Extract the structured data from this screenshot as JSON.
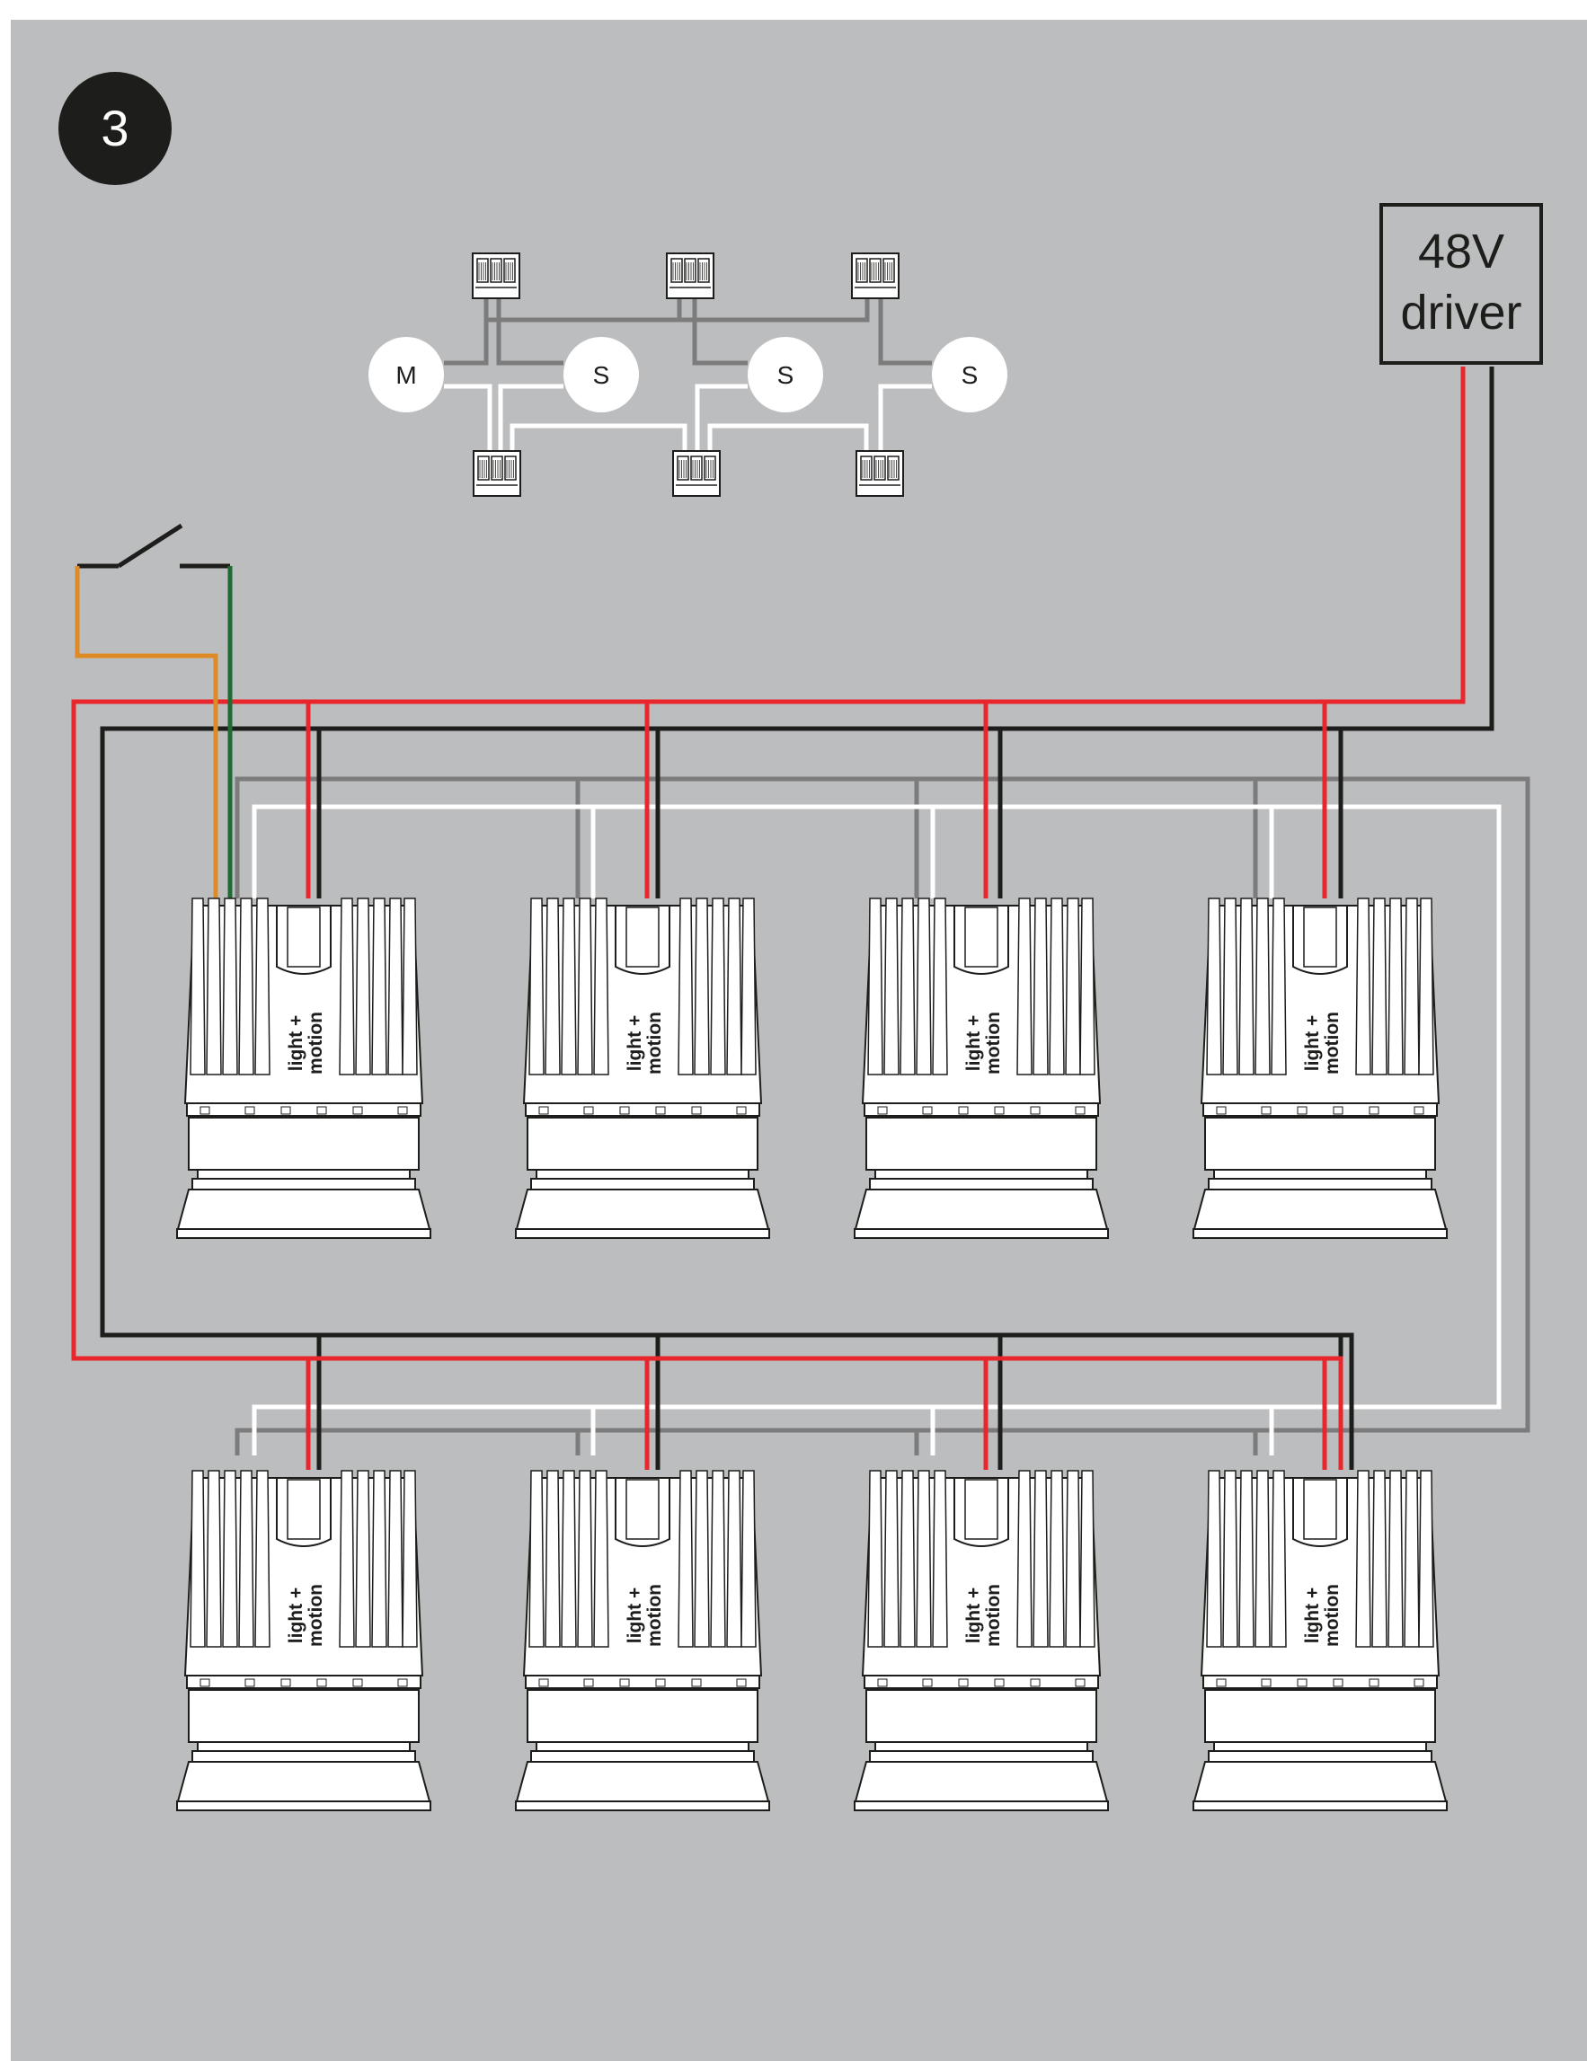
{
  "step": {
    "number": "3"
  },
  "driver": {
    "line1": "48V",
    "line2": "driver"
  },
  "topology": {
    "master_label": "M",
    "slave_labels": [
      "S",
      "S",
      "S"
    ]
  },
  "fixtures": {
    "count": 8,
    "brand_line1": "light +",
    "brand_line2": "motion"
  },
  "colors": {
    "background": "#bcbdbf",
    "positive_wire": "#e8262c",
    "negative_wire": "#1d1d1b",
    "control_wire_1": "#7c7c7c",
    "control_wire_2": "#ffffff",
    "switch_wire_1": "#de8a25",
    "switch_wire_2": "#1e6b34",
    "fixture_fill": "#ffffff",
    "fixture_outline": "#1d1d1b",
    "badge_fill": "#1d1d1b",
    "badge_text": "#ffffff"
  }
}
